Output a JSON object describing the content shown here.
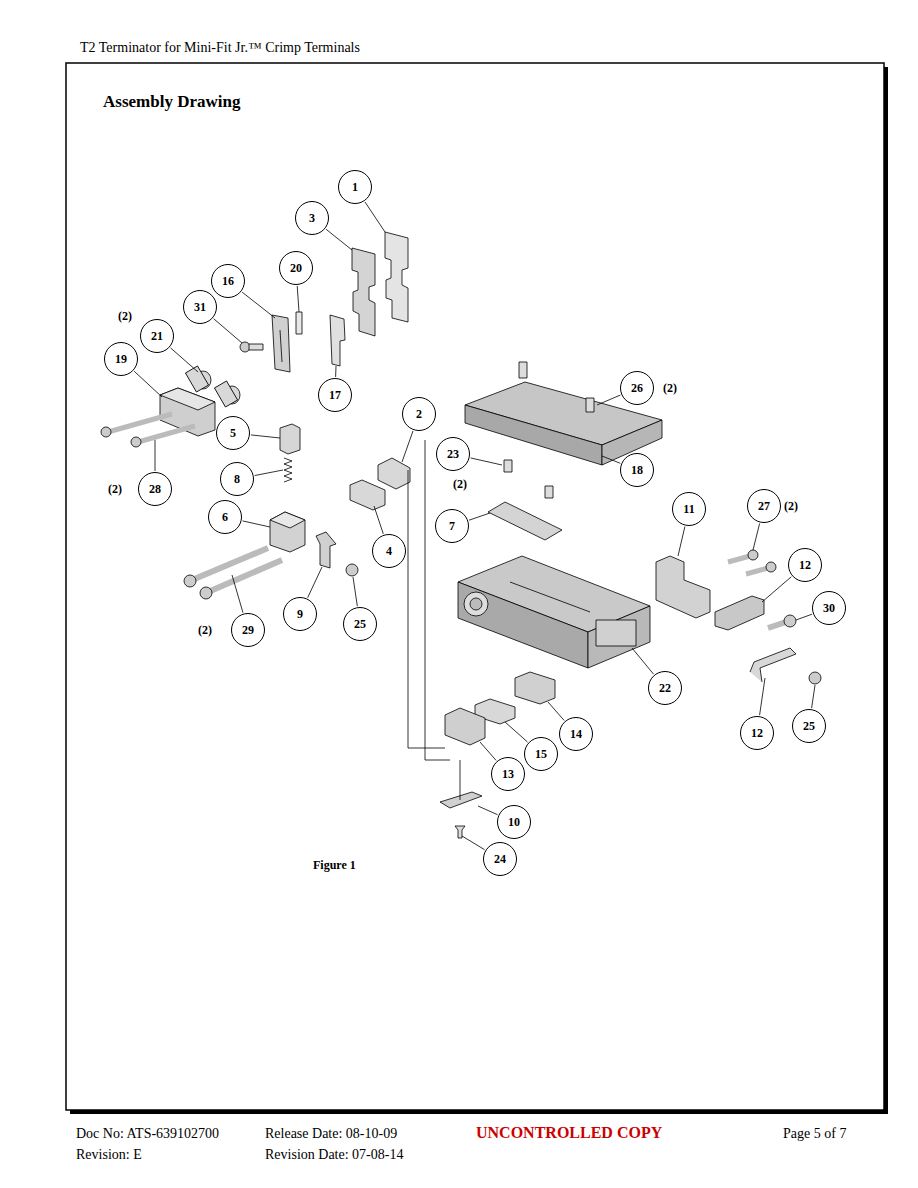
{
  "diagram": {
    "title": "Assembly Drawing",
    "caption": "Figure 1",
    "nodes": [
      {
        "text": [
          "1"
        ]
      },
      {
        "text": [
          "3"
        ]
      },
      {
        "text": [
          "20"
        ]
      },
      {
        "text": [
          "16"
        ]
      },
      {
        "text": [
          "31"
        ]
      },
      {
        "text": [
          "21"
        ]
      },
      {
        "text": [
          "19"
        ]
      },
      {
        "text": [
          "26"
        ]
      },
      {
        "text": [
          "17"
        ]
      },
      {
        "text": [
          "2"
        ]
      },
      {
        "text": [
          "5"
        ]
      },
      {
        "text": [
          "23"
        ]
      },
      {
        "text": [
          "18"
        ]
      },
      {
        "text": [
          "8"
        ]
      },
      {
        "text": [
          "28"
        ]
      },
      {
        "text": [
          "27"
        ]
      },
      {
        "text": [
          "11"
        ]
      },
      {
        "text": [
          "6"
        ]
      },
      {
        "text": [
          "7"
        ]
      },
      {
        "text": [
          "4"
        ]
      },
      {
        "text": [
          "12"
        ]
      },
      {
        "text": [
          "30"
        ]
      },
      {
        "text": [
          "9"
        ]
      },
      {
        "text": [
          "25"
        ]
      },
      {
        "text": [
          "29"
        ]
      },
      {
        "text": [
          "22"
        ]
      },
      {
        "text": [
          "25"
        ]
      },
      {
        "text": [
          "12"
        ]
      },
      {
        "text": [
          "14"
        ]
      },
      {
        "text": [
          "15"
        ]
      },
      {
        "text": [
          "13"
        ]
      },
      {
        "text": [
          "10"
        ]
      },
      {
        "text": [
          "24"
        ]
      }
    ],
    "labels": [
      "T2 Terminator for Mini-Fit Jr.™ Crimp Terminals",
      "(2)",
      "(2)",
      "(2)",
      "(2)",
      "(2)",
      "(2)",
      "Doc No: ATS-639102700",
      "Release Date: 08-10-09",
      "UNCONTROLLED COPY",
      "Page 5 of 7",
      "Revision: E",
      "Revision Date: 07-08-14"
    ]
  }
}
